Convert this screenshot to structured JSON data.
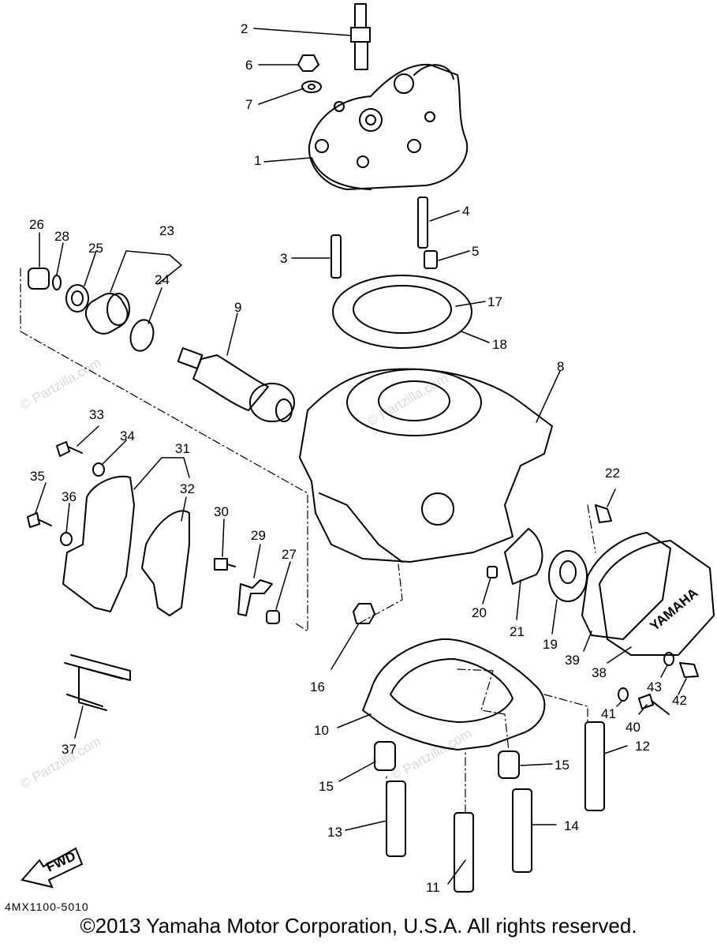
{
  "diagram": {
    "part_labels": [
      "1",
      "2",
      "3",
      "4",
      "5",
      "6",
      "7",
      "8",
      "9",
      "10",
      "11",
      "12",
      "13",
      "14",
      "15",
      "15",
      "16",
      "17",
      "18",
      "19",
      "20",
      "21",
      "22",
      "23",
      "24",
      "25",
      "26",
      "27",
      "28",
      "29",
      "30",
      "31",
      "32",
      "33",
      "34",
      "35",
      "36",
      "37",
      "38",
      "39",
      "40",
      "41",
      "42",
      "43"
    ],
    "watermark": "© Partzilla.com",
    "fwd_label": "FWD",
    "brand_mark": "YAMAHA",
    "diagram_code": "4MX1100-5010",
    "copyright": "©2013  Yamaha Motor Corporation, U.S.A. All rights reserved."
  }
}
